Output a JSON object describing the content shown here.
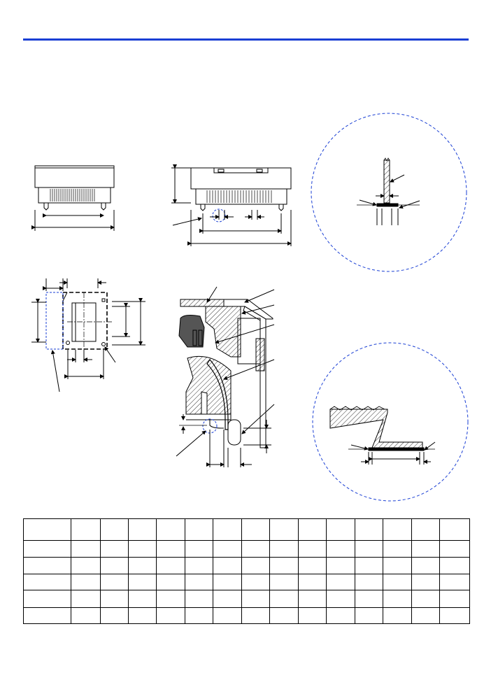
{
  "document": {
    "accent_color": "#1a3fd4",
    "line_color": "#000000",
    "hatch_color": "#000000",
    "shade_color": "#555555"
  },
  "views": [
    "connector-front-view",
    "connector-side-view",
    "connector-footprint-view",
    "connector-cross-section",
    "detail-circle-upper",
    "detail-circle-lower"
  ],
  "spec_table": {
    "rows": 6,
    "columns": 15,
    "cells": [
      [
        "",
        "",
        "",
        "",
        "",
        "",
        "",
        "",
        "",
        "",
        "",
        "",
        "",
        "",
        ""
      ],
      [
        "",
        "",
        "",
        "",
        "",
        "",
        "",
        "",
        "",
        "",
        "",
        "",
        "",
        "",
        ""
      ],
      [
        "",
        "",
        "",
        "",
        "",
        "",
        "",
        "",
        "",
        "",
        "",
        "",
        "",
        "",
        ""
      ],
      [
        "",
        "",
        "",
        "",
        "",
        "",
        "",
        "",
        "",
        "",
        "",
        "",
        "",
        "",
        ""
      ],
      [
        "",
        "",
        "",
        "",
        "",
        "",
        "",
        "",
        "",
        "",
        "",
        "",
        "",
        "",
        ""
      ],
      [
        "",
        "",
        "",
        "",
        "",
        "",
        "",
        "",
        "",
        "",
        "",
        "",
        "",
        "",
        ""
      ]
    ]
  }
}
